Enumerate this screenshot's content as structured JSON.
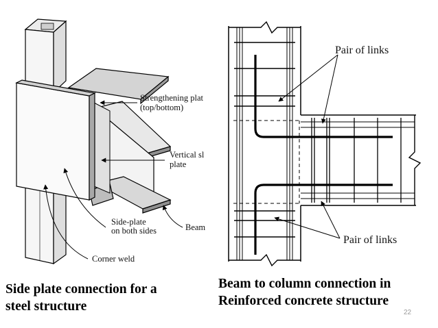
{
  "left_figure": {
    "labels": {
      "strengthening_plate": "Strengthening plat",
      "top_bottom": "(top/bottom)",
      "vertical_plate_1": "Vertical sl",
      "vertical_plate_2": "plate",
      "side_plate_1": "Side-plate",
      "side_plate_2": "on both sides",
      "beam": "Beam",
      "corner_weld": "Corner weld"
    },
    "caption": {
      "line1": "Side plate connection for a",
      "line2": "steel  structure"
    }
  },
  "right_figure": {
    "labels": {
      "pair_of_links_top": "Pair of links",
      "pair_of_links_bottom": "Pair of links"
    },
    "caption": {
      "line1": "Beam to column connection in",
      "line2": "Reinforced concrete structure"
    }
  },
  "slide_number": "22"
}
